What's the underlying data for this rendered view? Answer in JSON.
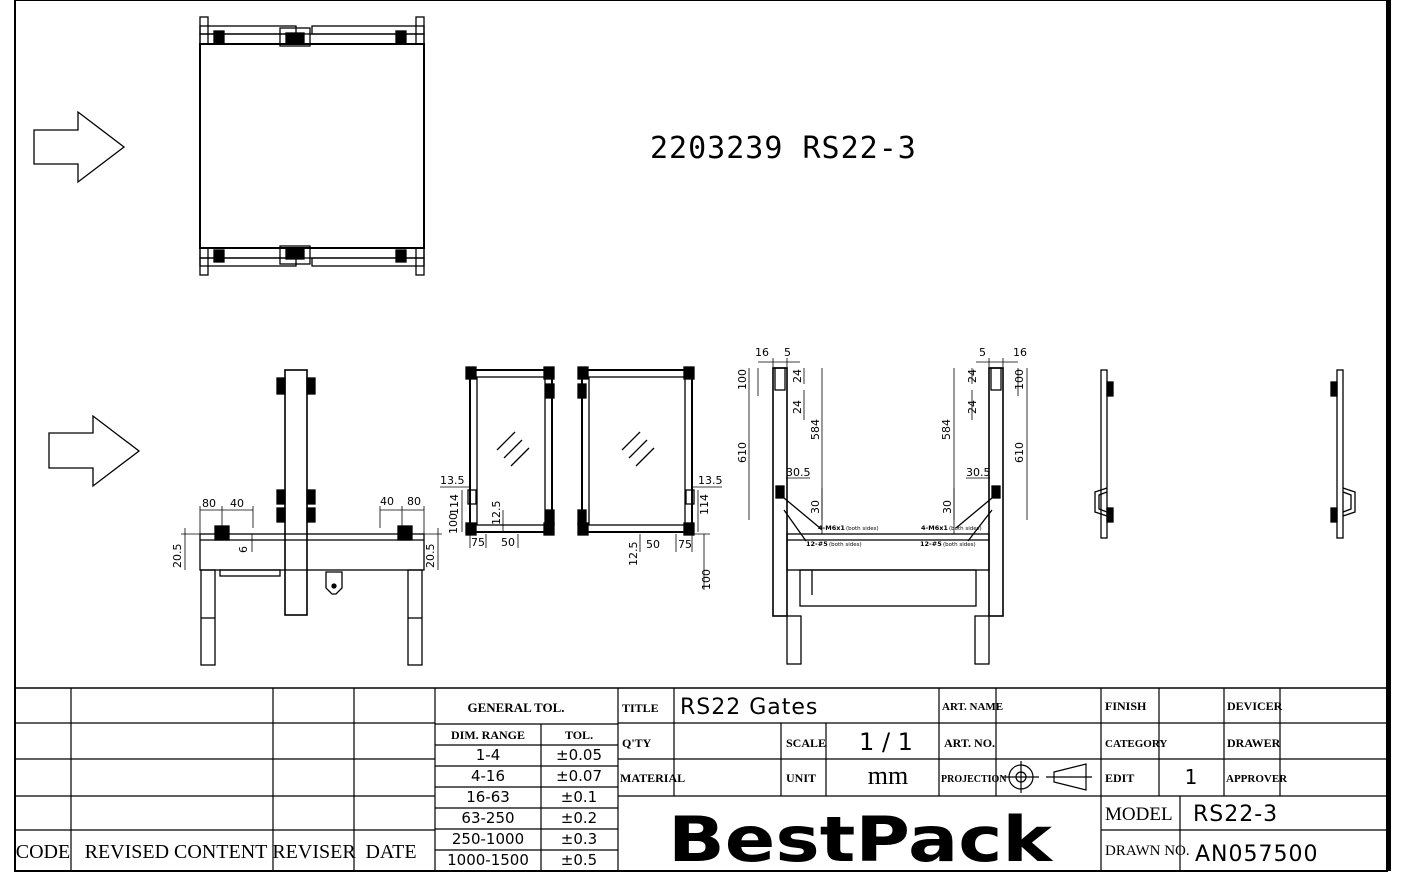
{
  "drawing": {
    "main_title": "2203239 RS22-3",
    "top_view_arrow_icon": "right-arrow-icon",
    "front_view_arrow_icon": "right-arrow-icon"
  },
  "dimensions": {
    "left_80": "80",
    "left_40": "40",
    "left_6": "6",
    "left_20_5": "20.5",
    "right_40": "40",
    "right_80": "80",
    "right_20_5": "20.5",
    "panelA_13_5": "13.5",
    "panelA_114": "114",
    "panelA_100": "100",
    "panelA_12_5": "12.5",
    "panelA_75": "75",
    "panelA_50": "50",
    "panelB_13_5": "13.5",
    "panelB_114": "114",
    "panelB_12_5": "12.5",
    "panelB_50": "50",
    "panelB_75": "75",
    "panelB_100": "100",
    "side_16L": "16",
    "side_5L": "5",
    "side_100L": "100",
    "side_24aL": "24",
    "side_24bL": "24",
    "side_584L": "584",
    "side_610L": "610",
    "side_30_5L": "30.5",
    "side_30L": "30",
    "side_5R": "5",
    "side_16R": "16",
    "side_24aR": "24",
    "side_100R": "100",
    "side_24bR": "24",
    "side_584R": "584",
    "side_610R": "610",
    "side_30_5R": "30.5",
    "side_30R": "30"
  },
  "notes": {
    "m6_left": "4-M6x1",
    "m6_left_sub": "(both sides)",
    "m5_left": "12-#5",
    "m5_left_sub": "(both sides)",
    "m6_right": "4-M6x1",
    "m6_right_sub": "(both sides)",
    "m5_right": "12-#5",
    "m5_right_sub": "(both sides)"
  },
  "revision_table": {
    "headers": {
      "code": "CODE",
      "content": "REVISED CONTENT",
      "reviser": "REVISER",
      "date": "DATE"
    }
  },
  "tolerance_table": {
    "title": "GENERAL TOL.",
    "col_range": "DIM. RANGE",
    "col_tol": "TOL.",
    "rows": [
      {
        "range": "1-4",
        "tol": "±0.05"
      },
      {
        "range": "4-16",
        "tol": "±0.07"
      },
      {
        "range": "16-63",
        "tol": "±0.1"
      },
      {
        "range": "63-250",
        "tol": "±0.2"
      },
      {
        "range": "250-1000",
        "tol": "±0.3"
      },
      {
        "range": "1000-1500",
        "tol": "±0.5"
      }
    ]
  },
  "title_block": {
    "title_label": "TITLE",
    "title_value": "RS22 Gates",
    "qty_label": "Q'TY",
    "qty_value": "",
    "material_label": "MATERIAL",
    "material_value": "",
    "scale_label": "SCALE",
    "scale_value": "1 / 1",
    "unit_label": "UNIT",
    "unit_value": "mm",
    "art_name_label": "ART. NAME",
    "art_name_value": "",
    "art_no_label": "ART. NO.",
    "art_no_value": "",
    "projection_label": "PROJECTION",
    "projection_icon": "first-angle-projection-icon",
    "finish_label": "FINISH",
    "finish_value": "",
    "category_label": "CATEGORY",
    "category_value": "",
    "edit_label": "EDIT",
    "edit_value": "1",
    "devicer_label": "DEVICER",
    "devicer_value": "",
    "drawer_label": "DRAWER",
    "drawer_value": "",
    "approver_label": "APPROVER",
    "approver_value": "",
    "model_label": "MODEL",
    "model_value": "RS22-3",
    "drawn_no_label": "DRAWN NO.",
    "drawn_no_value": "AN057500",
    "logo": "BestPack"
  }
}
